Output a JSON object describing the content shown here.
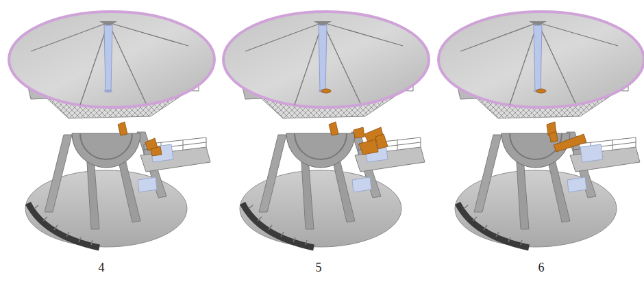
{
  "diagram": {
    "labels": [
      "4",
      "5",
      "6"
    ]
  }
}
